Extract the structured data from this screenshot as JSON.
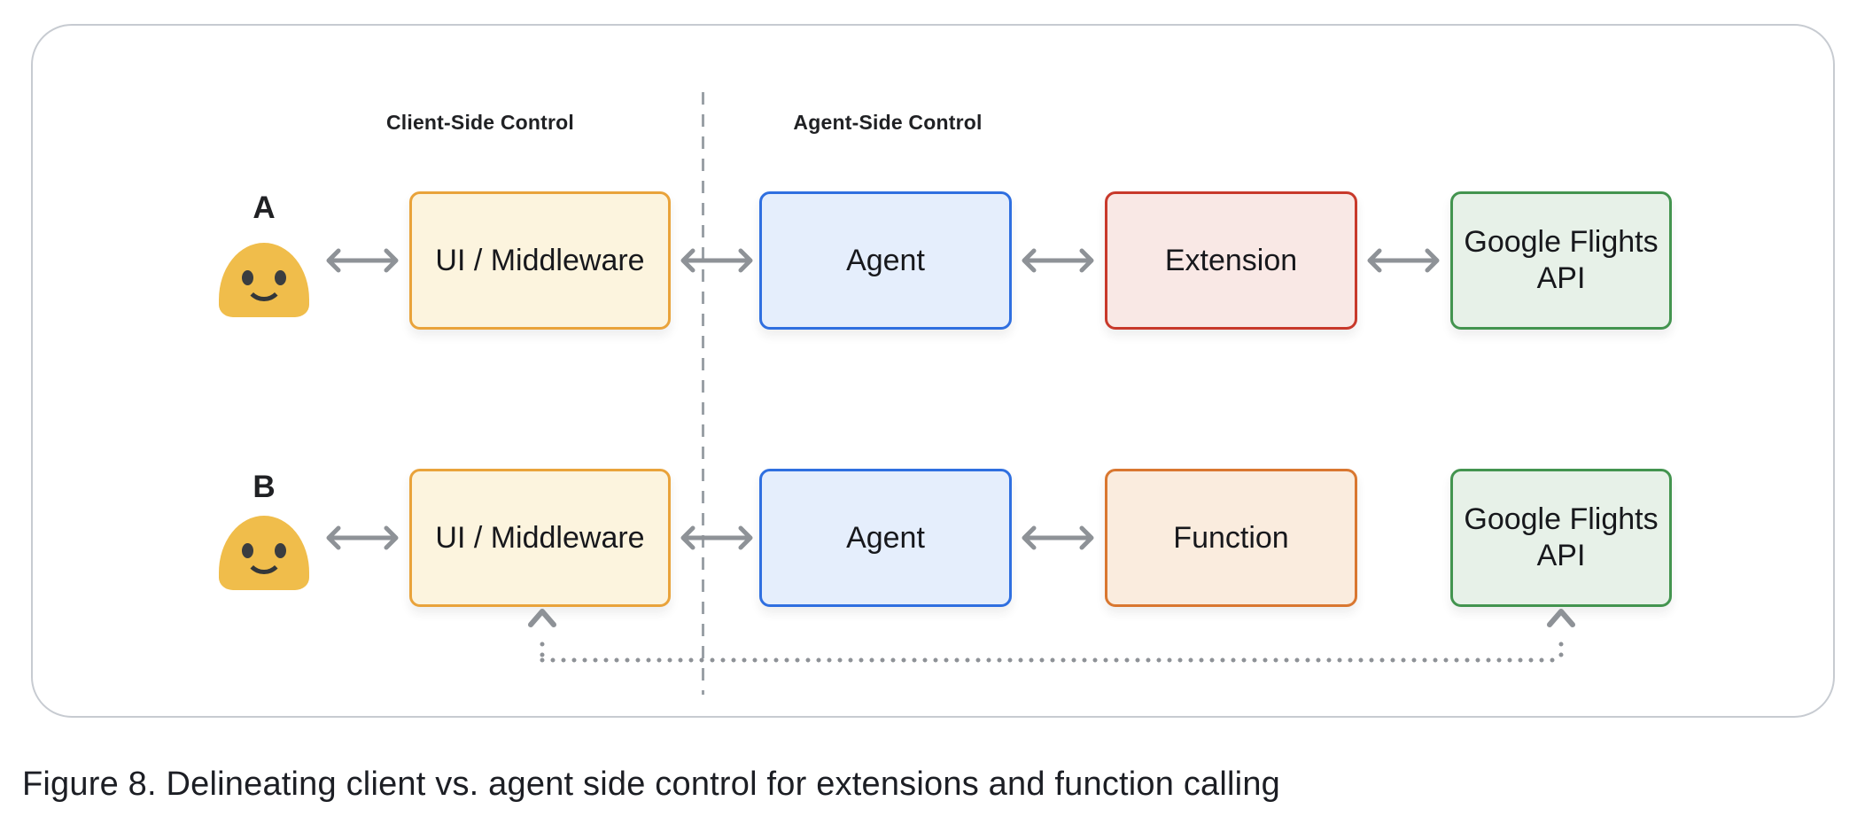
{
  "figure": {
    "sections": {
      "client": "Client-Side Control",
      "agent": "Agent-Side Control"
    },
    "rows": [
      {
        "label": "A",
        "nodes": [
          {
            "key": "ui",
            "label": "UI / Middleware"
          },
          {
            "key": "agent",
            "label": "Agent"
          },
          {
            "key": "extension",
            "label": "Extension"
          },
          {
            "key": "api",
            "label": "Google Flights API"
          }
        ]
      },
      {
        "label": "B",
        "nodes": [
          {
            "key": "ui",
            "label": "UI / Middleware"
          },
          {
            "key": "agent",
            "label": "Agent"
          },
          {
            "key": "function",
            "label": "Function"
          },
          {
            "key": "api",
            "label": "Google Flights API"
          }
        ]
      }
    ],
    "caption": "Figure 8. Delineating client vs. agent side control for extensions and function calling"
  },
  "icons": {
    "person": "person-blob-emoji",
    "arrow": "bidirectional-arrow",
    "return_path": "dotted-return-arrow"
  },
  "colors": {
    "ui": {
      "border": "#E9A33B",
      "fill": "#FCF4DE"
    },
    "agent": {
      "border": "#2F6FE0",
      "fill": "#E5EEFC"
    },
    "extension": {
      "border": "#C8392B",
      "fill": "#F9E8E5"
    },
    "function": {
      "border": "#D97730",
      "fill": "#FAECDE"
    },
    "api": {
      "border": "#43944F",
      "fill": "#E7F1E8"
    },
    "arrow": "#8E9297",
    "divider": "#9AA0A6",
    "person": "#F0BD4B",
    "text": "#202124"
  }
}
